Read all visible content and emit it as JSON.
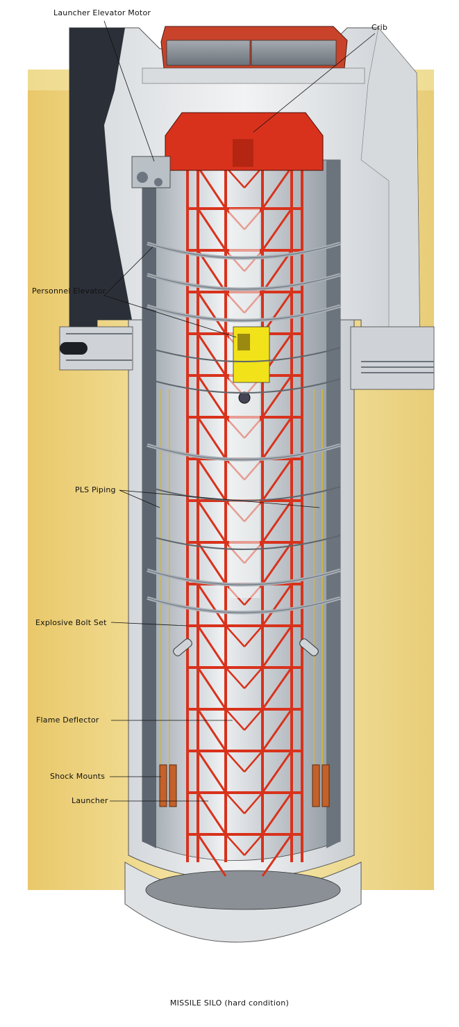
{
  "labels": {
    "launcher_elevator_motor": "Launcher Elevator Motor",
    "crib": "Crib",
    "personnel_elevator": "Personnel Elevator",
    "pls_piping": "PLS Piping",
    "explosive_bolt_set": "Explosive Bolt Set",
    "flame_deflector": "Flame Deflector",
    "shock_mounts": "Shock Mounts",
    "launcher": "Launcher"
  },
  "caption": "MISSILE SILO (hard condition)",
  "colors": {
    "ground": "#ecd27a",
    "concrete": "#e4e6e8",
    "concrete_shadow": "#b9bec4",
    "dark_liner": "#2b3038",
    "crib_red": "#d8321c",
    "door_gray": "#8d939a",
    "elevator_yellow": "#f1e21a",
    "pipe_gray": "#a9b0b7"
  }
}
